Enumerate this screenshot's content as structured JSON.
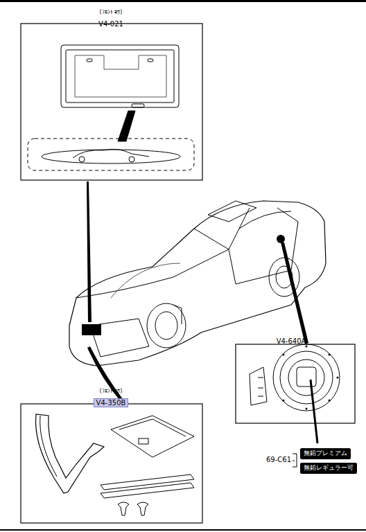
{
  "diagram": {
    "nodes": [
      {
        "text": [
          "(ﾌﾛﾝﾄ ﾖｳ)",
          "V4-021"
        ]
      },
      {
        "text": [
          "V4-640A"
        ]
      },
      {
        "text": [
          "(ﾌﾛﾝﾄ ﾖｳ)",
          "V4-350B"
        ]
      },
      {
        "text": [
          "無鉛プレミアム"
        ]
      },
      {
        "text": [
          "無鉛レギュラー可"
        ]
      }
    ],
    "labels": [
      "69-C61"
    ]
  }
}
